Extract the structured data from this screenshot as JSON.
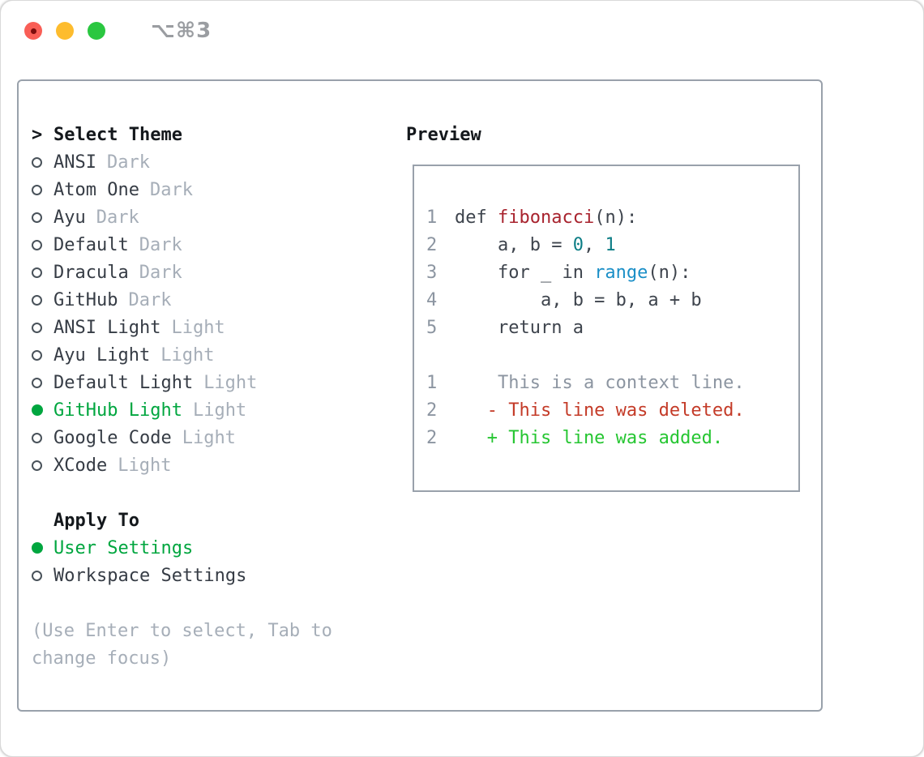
{
  "window": {
    "title": "⌥⌘3",
    "controls": {
      "close": "close",
      "minimize": "minimize",
      "zoom": "zoom"
    }
  },
  "theme_picker": {
    "heading_prefix": ">",
    "heading": "Select Theme",
    "items": [
      {
        "name": "ANSI",
        "tag": "Dark",
        "selected": false
      },
      {
        "name": "Atom One",
        "tag": "Dark",
        "selected": false
      },
      {
        "name": "Ayu",
        "tag": "Dark",
        "selected": false
      },
      {
        "name": "Default",
        "tag": "Dark",
        "selected": false
      },
      {
        "name": "Dracula",
        "tag": "Dark",
        "selected": false
      },
      {
        "name": "GitHub",
        "tag": "Dark",
        "selected": false
      },
      {
        "name": "ANSI Light",
        "tag": "Light",
        "selected": false
      },
      {
        "name": "Ayu Light",
        "tag": "Light",
        "selected": false
      },
      {
        "name": "Default Light",
        "tag": "Light",
        "selected": false
      },
      {
        "name": "GitHub Light",
        "tag": "Light",
        "selected": true
      },
      {
        "name": "Google Code",
        "tag": "Light",
        "selected": false
      },
      {
        "name": "XCode",
        "tag": "Light",
        "selected": false
      }
    ],
    "apply_to": {
      "heading": "Apply To",
      "options": [
        {
          "name": "User Settings",
          "selected": true
        },
        {
          "name": "Workspace Settings",
          "selected": false
        }
      ]
    },
    "hint_lines": [
      "(Use Enter to select, Tab to",
      "change focus)"
    ]
  },
  "preview": {
    "heading": "Preview",
    "lines": [
      {
        "num": "1",
        "segments": [
          {
            "t": "def ",
            "c": "code"
          },
          {
            "t": "fibonacci",
            "c": "func"
          },
          {
            "t": "(n):",
            "c": "code"
          }
        ]
      },
      {
        "num": "2",
        "segments": [
          {
            "t": "    a, b = ",
            "c": "code"
          },
          {
            "t": "0",
            "c": "num"
          },
          {
            "t": ", ",
            "c": "code"
          },
          {
            "t": "1",
            "c": "num"
          }
        ]
      },
      {
        "num": "3",
        "segments": [
          {
            "t": "    for _ in ",
            "c": "code"
          },
          {
            "t": "range",
            "c": "builtin"
          },
          {
            "t": "(n):",
            "c": "code"
          }
        ]
      },
      {
        "num": "4",
        "segments": [
          {
            "t": "        a, b = b, a + b",
            "c": "code"
          }
        ]
      },
      {
        "num": "5",
        "segments": [
          {
            "t": "    return a",
            "c": "code"
          }
        ]
      },
      {
        "num": "",
        "segments": []
      },
      {
        "num": "1",
        "segments": [
          {
            "t": "    This is a context line.",
            "c": "context"
          }
        ]
      },
      {
        "num": "2",
        "segments": [
          {
            "t": "   - This line was deleted.",
            "c": "deleted"
          }
        ]
      },
      {
        "num": "2",
        "segments": [
          {
            "t": "   + This line was added.",
            "c": "added"
          }
        ]
      }
    ]
  },
  "colors": {
    "selection_green": "#00a63f",
    "diff_added_green": "#26c632",
    "diff_deleted_red": "#c43b28",
    "function_red": "#a8232e",
    "builtin_blue": "#1b8fc7",
    "number_teal": "#0c7d85",
    "muted_gray": "#a6aeb8",
    "line_number_gray": "#8c95a1",
    "border_gray": "#99a1ab",
    "traffic_red": "#f95e56",
    "traffic_yellow": "#fdbc2e",
    "traffic_green": "#2ac740"
  }
}
